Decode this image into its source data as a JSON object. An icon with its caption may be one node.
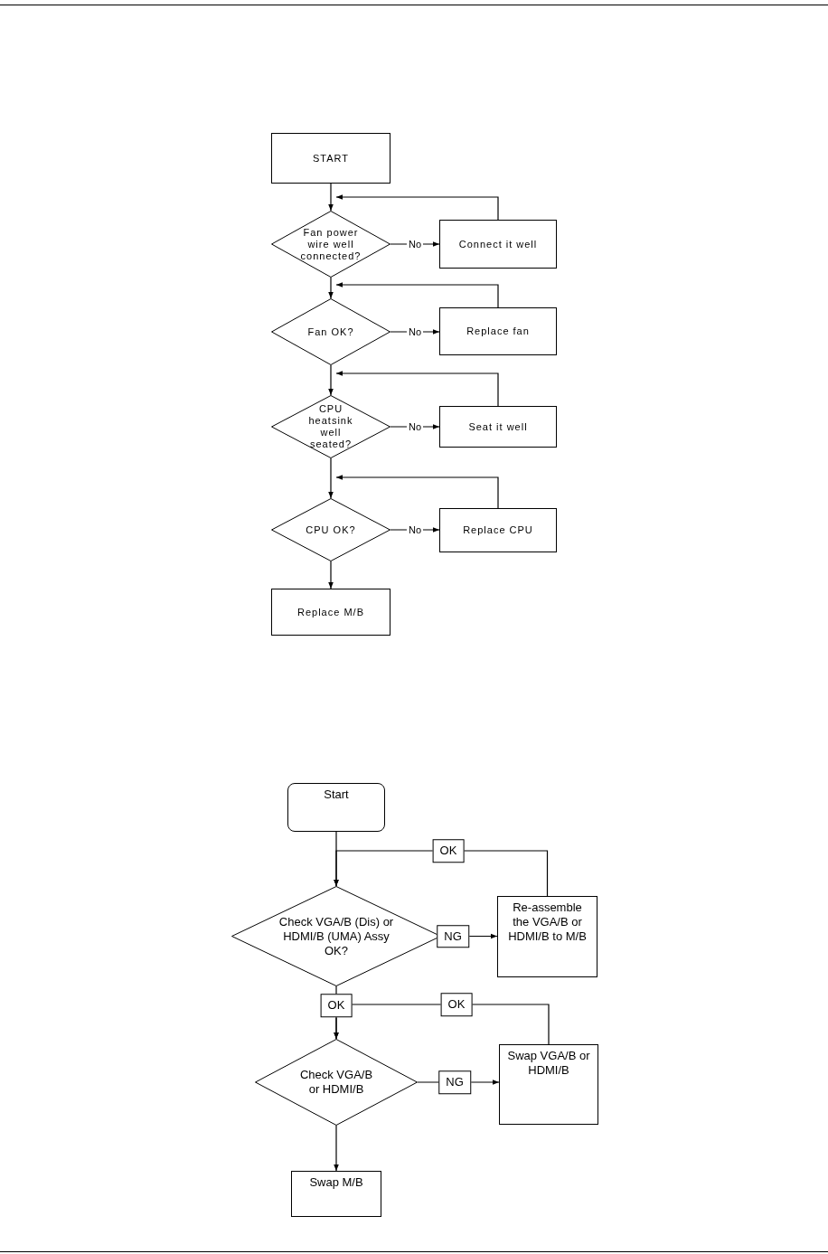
{
  "diagram": {
    "nodes": [
      {
        "text": [
          "START"
        ]
      },
      {
        "text": [
          "Fan power wire well connected?"
        ]
      },
      {
        "text": [
          "Connect it well"
        ]
      },
      {
        "text": [
          "Fan OK?"
        ]
      },
      {
        "text": [
          "Replace fan"
        ]
      },
      {
        "text": [
          "CPU heatsink well seated?"
        ]
      },
      {
        "text": [
          "Seat it well"
        ]
      },
      {
        "text": [
          "CPU OK?"
        ]
      },
      {
        "text": [
          "Replace CPU"
        ]
      },
      {
        "text": [
          "Replace M/B"
        ]
      },
      {
        "text": [
          "Start"
        ]
      },
      {
        "text": [
          "Check VGA/B (Dis) or HDMI/B (UMA) Assy OK?"
        ]
      },
      {
        "text": [
          "Re-assemble the VGA/B or HDMI/B to M/B"
        ]
      },
      {
        "text": [
          "Check VGA/B or HDMI/B"
        ]
      },
      {
        "text": [
          "Swap VGA/B or HDMI/B"
        ]
      },
      {
        "text": [
          "Swap M/B"
        ]
      }
    ],
    "edges": [
      {
        "from": 0,
        "to": 1,
        "arrow": "to"
      },
      {
        "from": 1,
        "to": 2,
        "arrow": "to",
        "label": "No"
      },
      {
        "from": 2,
        "to": 1,
        "arrow": "to"
      },
      {
        "from": 1,
        "to": 3,
        "arrow": "to"
      },
      {
        "from": 3,
        "to": 4,
        "arrow": "to",
        "label": "No"
      },
      {
        "from": 4,
        "to": 3,
        "arrow": "to"
      },
      {
        "from": 3,
        "to": 5,
        "arrow": "to"
      },
      {
        "from": 5,
        "to": 6,
        "arrow": "to",
        "label": "No"
      },
      {
        "from": 6,
        "to": 5,
        "arrow": "to"
      },
      {
        "from": 5,
        "to": 7,
        "arrow": "to"
      },
      {
        "from": 7,
        "to": 8,
        "arrow": "to",
        "label": "No"
      },
      {
        "from": 8,
        "to": 7,
        "arrow": "to"
      },
      {
        "from": 7,
        "to": 9,
        "arrow": "to"
      },
      {
        "from": 10,
        "to": 11,
        "arrow": "to"
      },
      {
        "from": 12,
        "to": 11,
        "arrow": "to",
        "label": "OK"
      },
      {
        "from": 11,
        "to": 12,
        "arrow": "to",
        "label": "NG"
      },
      {
        "from": 11,
        "to": 13,
        "arrow": "to",
        "label": "OK"
      },
      {
        "from": 14,
        "to": 13,
        "arrow": "to",
        "label": "OK"
      },
      {
        "from": 13,
        "to": 14,
        "arrow": "to",
        "label": "NG"
      },
      {
        "from": 13,
        "to": 15,
        "arrow": "to"
      }
    ]
  }
}
